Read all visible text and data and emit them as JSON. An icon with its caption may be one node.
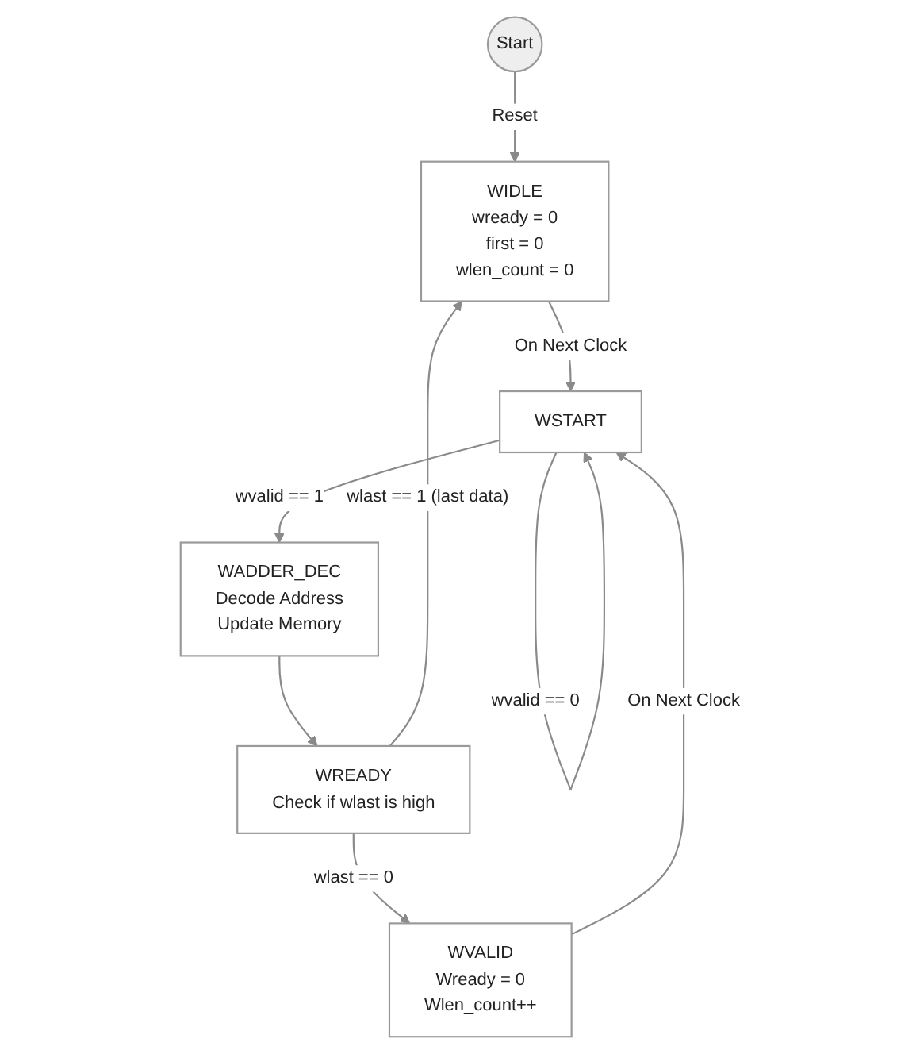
{
  "diagram": {
    "nodes": [
      {
        "text": [
          "Start"
        ]
      },
      {
        "text": [
          "WIDLE",
          "wready = 0",
          "first = 0",
          "wlen_count = 0"
        ]
      },
      {
        "text": [
          "WSTART"
        ]
      },
      {
        "text": [
          "WADDER_DEC",
          "Decode Address",
          "Update Memory"
        ]
      },
      {
        "text": [
          "WREADY",
          "Check if wlast is high"
        ]
      },
      {
        "text": [
          "WVALID",
          "Wready = 0",
          "Wlen_count++"
        ]
      }
    ],
    "edges": [
      {
        "from": 0,
        "to": 1,
        "arrow": "to",
        "label": "Reset"
      },
      {
        "from": 1,
        "to": 2,
        "arrow": "to",
        "label": "On Next Clock"
      },
      {
        "from": 2,
        "to": 3,
        "arrow": "to",
        "label": "wvalid == 1"
      },
      {
        "from": 2,
        "to": 2,
        "arrow": "to",
        "label": "wvalid == 0"
      },
      {
        "from": 3,
        "to": 4,
        "arrow": "to"
      },
      {
        "from": 4,
        "to": 1,
        "arrow": "to",
        "label": "wlast == 1 (last data)"
      },
      {
        "from": 4,
        "to": 5,
        "arrow": "to",
        "label": "wlast == 0"
      },
      {
        "from": 5,
        "to": 2,
        "arrow": "to",
        "label": "On Next Clock"
      }
    ]
  }
}
